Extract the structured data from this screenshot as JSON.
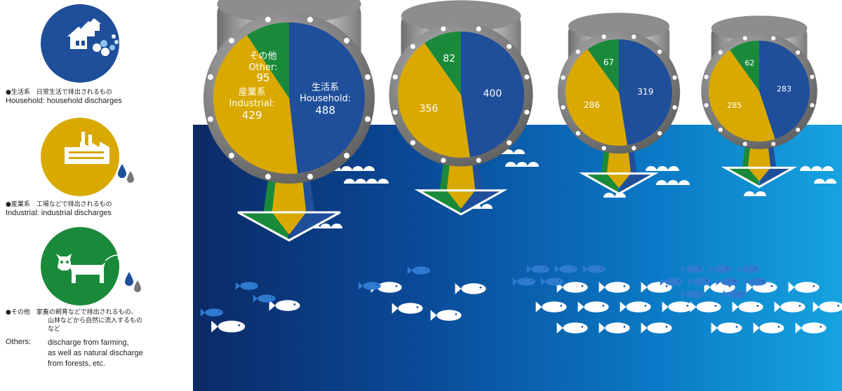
{
  "legend": {
    "household": {
      "icon": "house-icon",
      "color": "#1f4e9a",
      "ja_label": "●生活系　日常生活で排出されるもの",
      "en_label": "Household: household discharges"
    },
    "industrial": {
      "icon": "factory-icon",
      "color": "#d9a900",
      "ja_label": "●産業系　工場などで排出されるもの",
      "en_label": "Industrial: industrial discharges"
    },
    "others": {
      "icon": "cow-icon",
      "color": "#1a8a3a",
      "ja_label": "●その他　家畜の飼育などで排出されるもの、",
      "ja_line2": "山林などから自然に流入するもの",
      "ja_line3": "など",
      "en_prefix": "Others:",
      "en_line1": "discharge from farming,",
      "en_line2": "as well as natural discharge",
      "en_line3": "from forests, etc."
    }
  },
  "colors": {
    "household": "#1f4e9a",
    "industrial": "#d9a900",
    "others": "#1a8a3a",
    "pipe": "#9a9a9a",
    "sea_dark": "#0b2a66",
    "sea_light": "#16a3e0"
  },
  "chart_data": {
    "type": "pie",
    "series_labels": {
      "household_ja": "生活系",
      "household_en": "Household:",
      "industrial_ja": "産業系",
      "industrial_en": "Industrial:",
      "others_ja": "その他",
      "others_en": "Other:"
    },
    "pies": [
      {
        "household": 488,
        "industrial": 429,
        "others": 95
      },
      {
        "household": 400,
        "industrial": 356,
        "others": 82
      },
      {
        "household": 319,
        "industrial": 286,
        "others": 67
      },
      {
        "household": 283,
        "industrial": 285,
        "others": 62
      }
    ]
  }
}
